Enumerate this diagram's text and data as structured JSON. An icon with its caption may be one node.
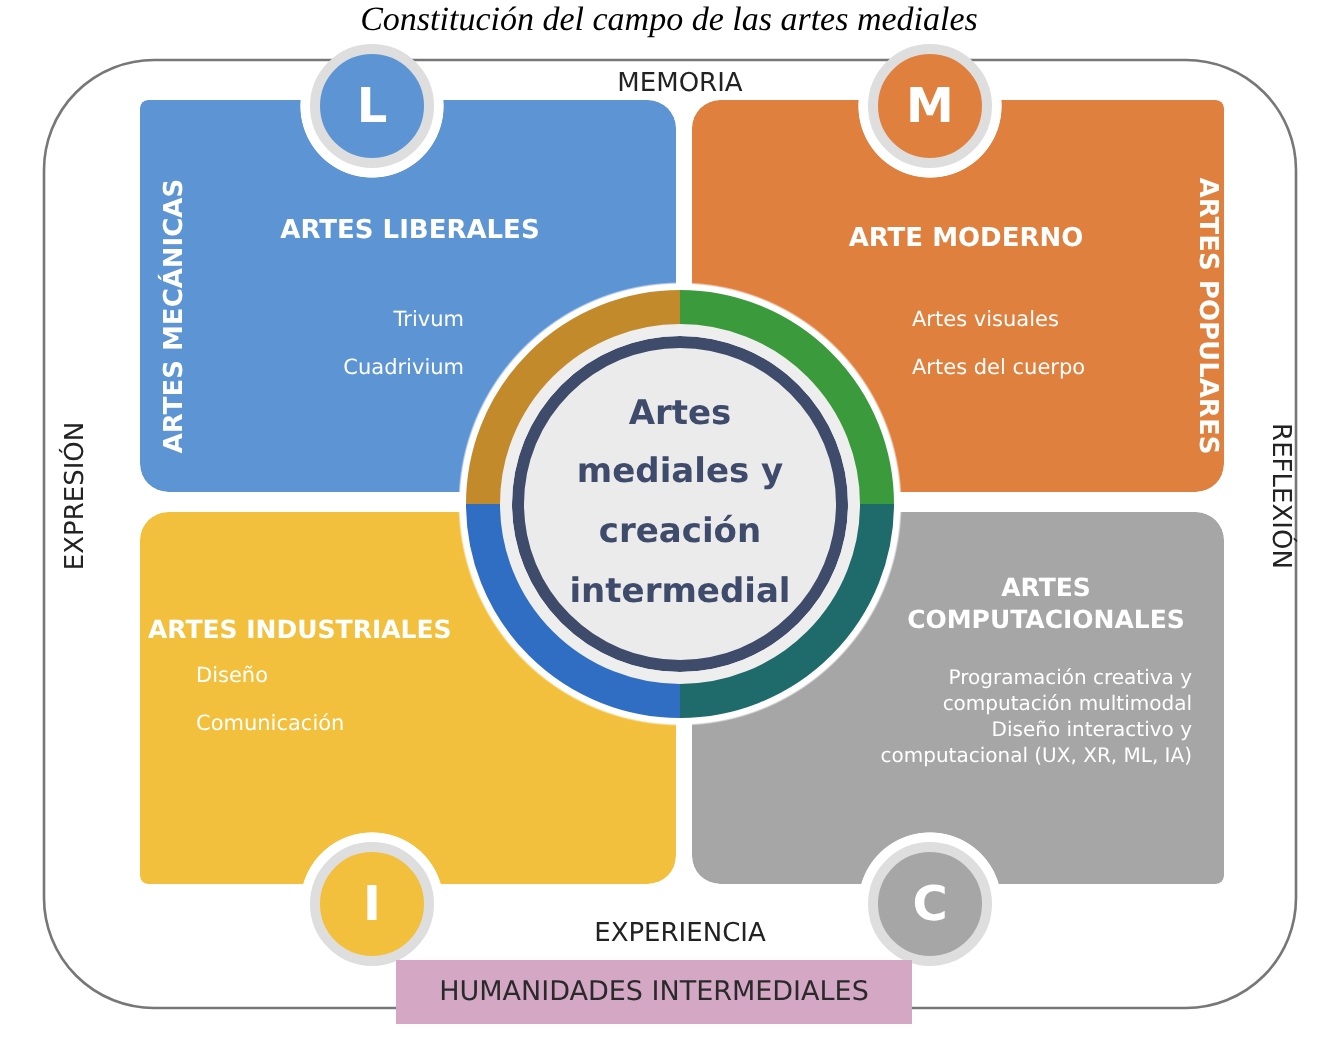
{
  "diagram": {
    "title": "Constitución del campo de las artes mediales",
    "nodes": [
      {
        "text": [
          "ARTES LIBERALES",
          "Trivum",
          "Cuadrivium",
          "ARTES MECÁNICAS"
        ]
      },
      {
        "text": [
          "L"
        ]
      },
      {
        "text": [
          "ARTE MODERNO",
          "Artes visuales",
          "Artes del cuerpo",
          "ARTES POPULARES"
        ]
      },
      {
        "text": [
          "M"
        ]
      },
      {
        "text": [
          "ARTES INDUSTRIALES",
          "Diseño",
          "Comunicación"
        ]
      },
      {
        "text": [
          "I"
        ]
      },
      {
        "text": [
          "ARTES COMPUTACIONALES",
          "Programación creativa y computación multimodal",
          "Diseño interactivo y computacional (UX, XR, ML, IA)"
        ]
      },
      {
        "text": [
          "C"
        ]
      },
      {
        "text": [
          "Artes mediales y creación intermedial"
        ]
      },
      {
        "text": [
          "HUMANIDADES INTERMEDIALES"
        ]
      }
    ],
    "labels": [
      "MEMORIA",
      "EXPRESIÓN",
      "REFLEXIÓN",
      "EXPERIENCIA"
    ]
  }
}
